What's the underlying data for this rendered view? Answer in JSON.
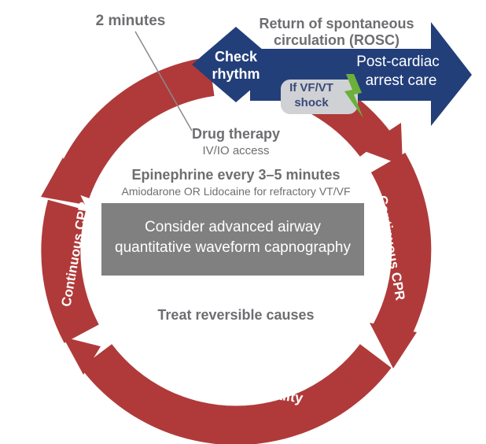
{
  "top_label": "2 minutes",
  "rosc_arrow": {
    "label_line1": "Return of spontaneous",
    "label_line2": "circulation (ROSC)",
    "care_line1": "Post-cardiac",
    "care_line2": "arrest care"
  },
  "check_rhythm": {
    "line1": "Check",
    "line2": "rhythm"
  },
  "shock": {
    "line1": "If VF/VT",
    "line2": "shock"
  },
  "drug_therapy": {
    "title": "Drug therapy",
    "subtitle": "IV/IO access"
  },
  "epinephrine": {
    "title": "Epinephrine every 3–5 minutes",
    "subtitle": "Amiodarone OR Lidocaine for refractory VT/VF"
  },
  "airway_box": {
    "line1": "Consider advanced airway",
    "line2": "quantitative waveform capnography"
  },
  "reversible_causes": "Treat reversible causes",
  "ring_labels": {
    "left": "Continuous CPR",
    "right": "Continuous CPR",
    "bottom": "Monitor CPR quality"
  },
  "colors": {
    "ring": "#b03a3a",
    "navy": "#233f7a",
    "grey_text": "#6d6e71",
    "airway_box": "#808080",
    "shock_bg": "#cfd1d4",
    "bolt": "#6ab03a"
  },
  "icons": [
    "lightning-bolt-icon"
  ]
}
